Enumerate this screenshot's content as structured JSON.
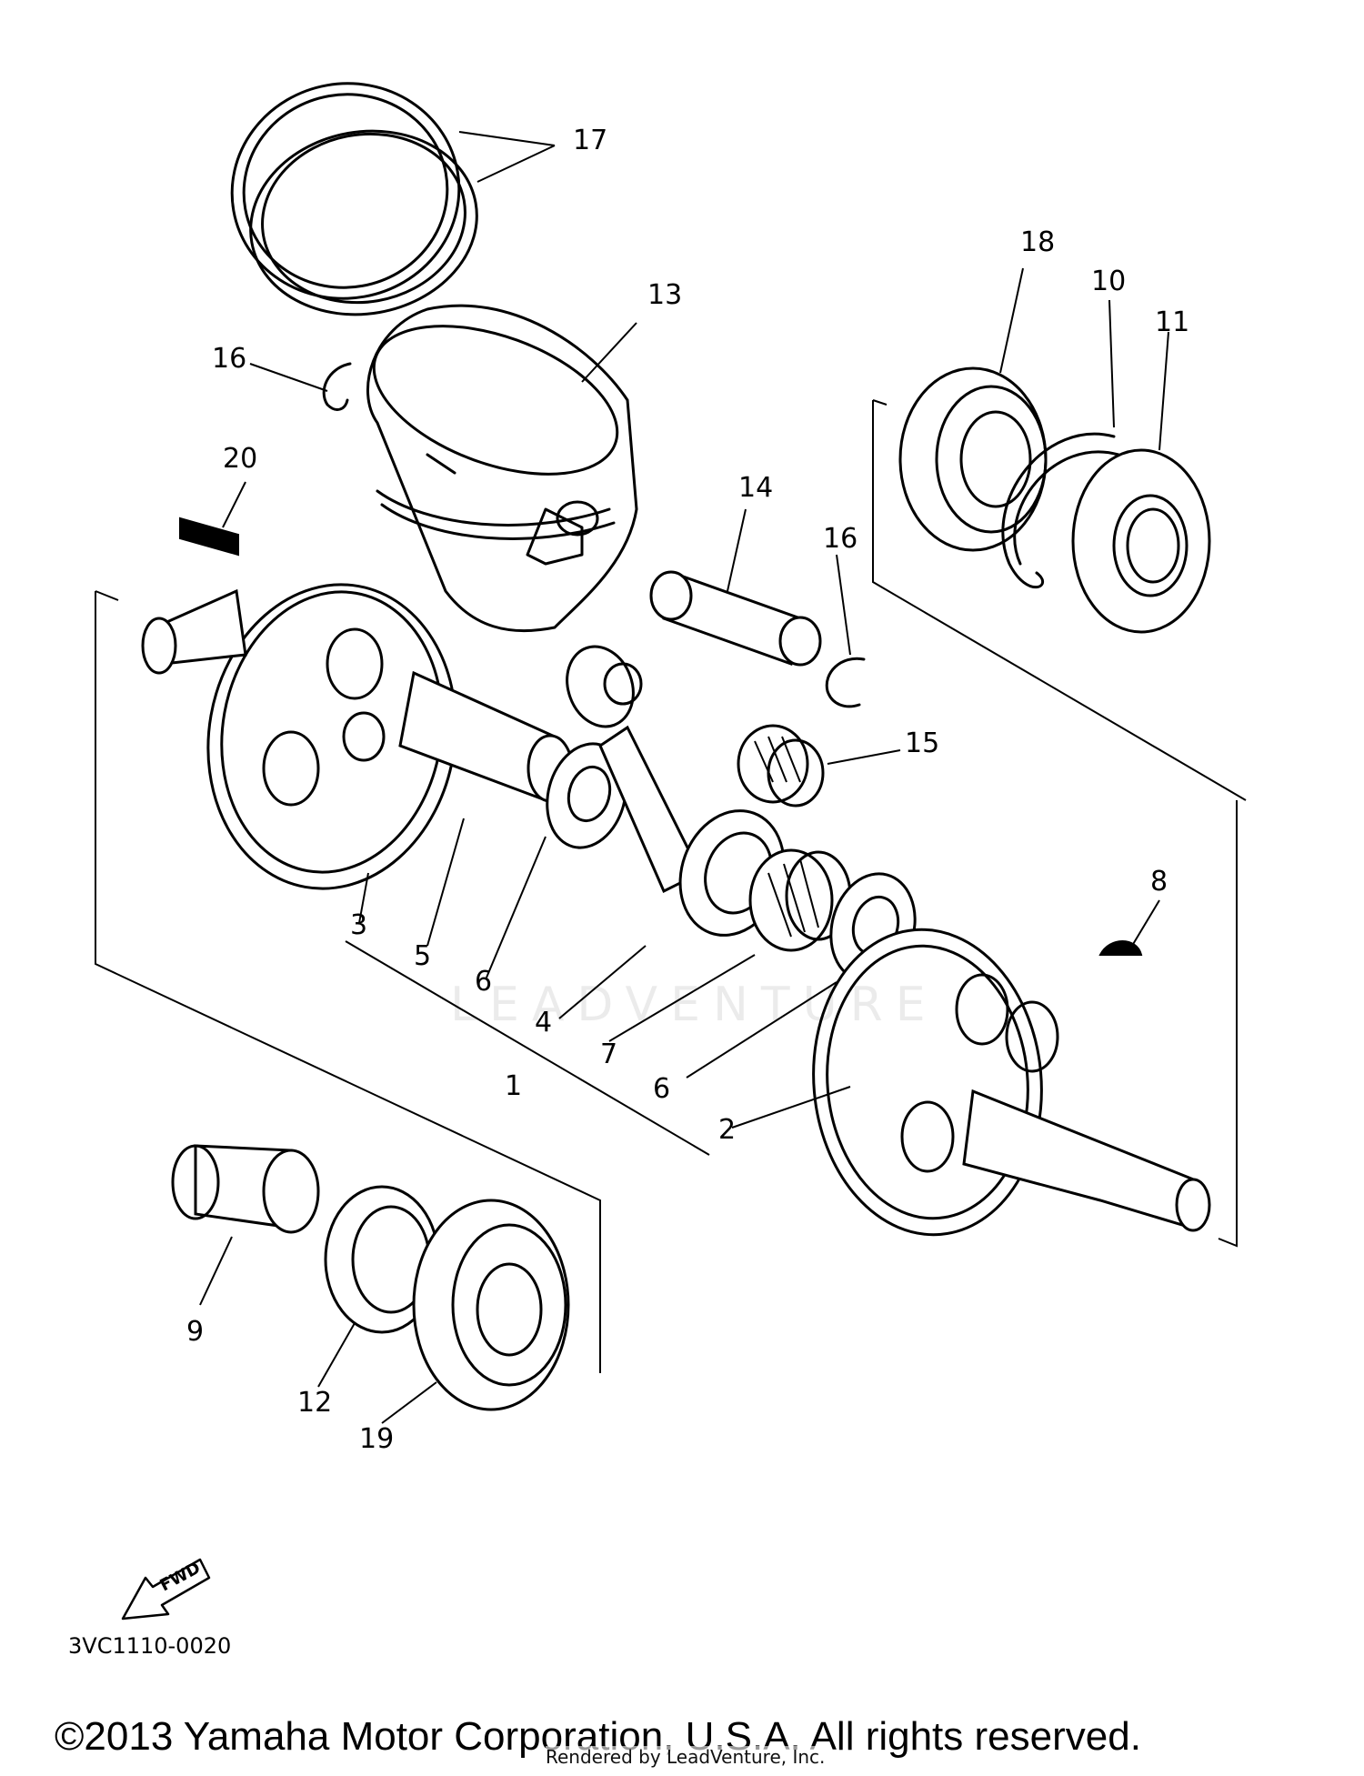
{
  "diagram": {
    "callouts": [
      {
        "id": "17",
        "text": "17"
      },
      {
        "id": "13",
        "text": "13"
      },
      {
        "id": "16a",
        "text": "16"
      },
      {
        "id": "20",
        "text": "20"
      },
      {
        "id": "14",
        "text": "14"
      },
      {
        "id": "16b",
        "text": "16"
      },
      {
        "id": "18",
        "text": "18"
      },
      {
        "id": "10",
        "text": "10"
      },
      {
        "id": "11",
        "text": "11"
      },
      {
        "id": "15",
        "text": "15"
      },
      {
        "id": "8",
        "text": "8"
      },
      {
        "id": "3",
        "text": "3"
      },
      {
        "id": "5",
        "text": "5"
      },
      {
        "id": "6a",
        "text": "6"
      },
      {
        "id": "4",
        "text": "4"
      },
      {
        "id": "7",
        "text": "7"
      },
      {
        "id": "1",
        "text": "1"
      },
      {
        "id": "6b",
        "text": "6"
      },
      {
        "id": "2",
        "text": "2"
      },
      {
        "id": "9",
        "text": "9"
      },
      {
        "id": "12",
        "text": "12"
      },
      {
        "id": "19",
        "text": "19"
      }
    ],
    "fwd_label": "FWD",
    "drawing_code": "3VC1110-0020",
    "watermark": "LEADVENTURE",
    "copyright": "©2013 Yamaha Motor Corporation, U.S.A. All rights reserved.",
    "rendered_by": "Rendered by LeadVenture, Inc."
  }
}
